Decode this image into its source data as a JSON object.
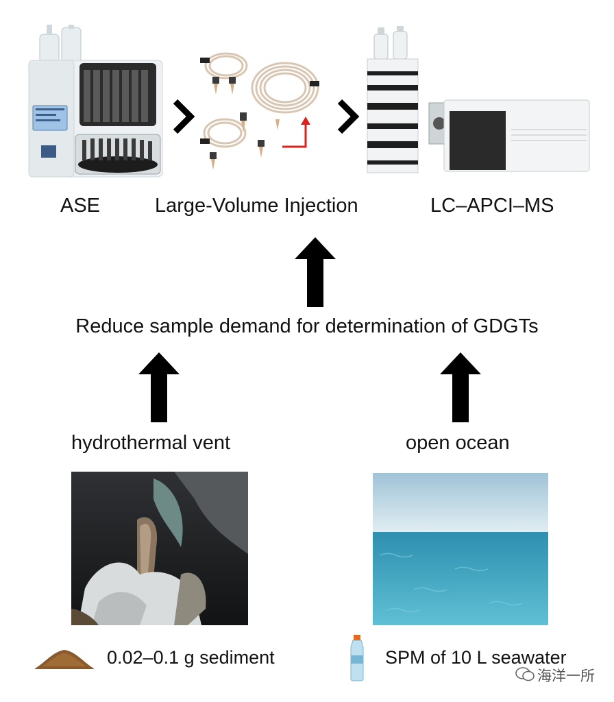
{
  "top": {
    "ase_label": "ASE",
    "injection_label": "Large-Volume Injection",
    "lcms_label": "LC–APCI–MS"
  },
  "middle": {
    "goal": "Reduce sample demand for determination of GDGTs"
  },
  "sources": {
    "left": "hydrothermal vent",
    "right": "open ocean"
  },
  "samples": {
    "left": "0.02–0.1 g sediment",
    "right": "SPM of 10 L seawater"
  },
  "watermark": {
    "text": "海洋一所",
    "icon": "wechat-icon"
  },
  "colors": {
    "arrow": "#000000",
    "red_arrow": "#e0201a",
    "ocean": "#3aa6c4",
    "sky": "#cfe2ec",
    "sediment": "#8a5a2b"
  }
}
